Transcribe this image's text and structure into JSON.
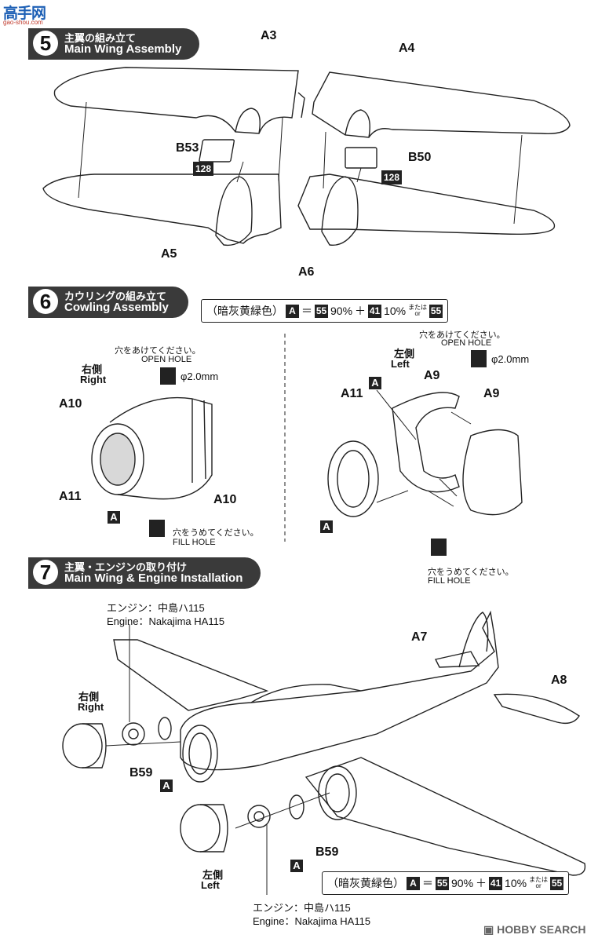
{
  "site_logo": {
    "text": "高手网",
    "sub": "gao-shou.com"
  },
  "steps": [
    {
      "num": "5",
      "jp": "主翼の組み立て",
      "en": "Main Wing Assembly"
    },
    {
      "num": "6",
      "jp": "カウリングの組み立て",
      "en": "Cowling Assembly"
    },
    {
      "num": "7",
      "jp": "主翼・エンジンの取り付け",
      "en": "Main Wing & Engine Installation"
    }
  ],
  "step5": {
    "parts": [
      "A3",
      "A4",
      "B53",
      "B50",
      "A5",
      "A6"
    ],
    "tag": "128"
  },
  "step6": {
    "color_box": {
      "name": "（暗灰黄緑色）",
      "part": "A",
      "eq": "＝",
      "c1": "55",
      "p1": "90%",
      "plus": "＋",
      "c2": "41",
      "p2": "10%",
      "or_jp": "または",
      "or_en": "or",
      "c3": "55"
    },
    "left": {
      "side_jp": "右側",
      "side_en": "Right",
      "open_jp": "穴をあけてください。",
      "open_en": "OPEN HOLE",
      "dia": "φ2.0mm",
      "fill_jp": "穴をうめてください。",
      "fill_en": "FILL HOLE",
      "parts": [
        "A10",
        "A11",
        "A10"
      ],
      "part_a": "A"
    },
    "right": {
      "side_jp": "左側",
      "side_en": "Left",
      "open_jp": "穴をあけてください。",
      "open_en": "OPEN HOLE",
      "dia": "φ2.0mm",
      "fill_jp": "穴をうめてください。",
      "fill_en": "FILL HOLE",
      "parts": [
        "A11",
        "A9",
        "A9"
      ],
      "part_a": "A"
    }
  },
  "step7": {
    "engine_top_jp": "エンジン：中島ハ115",
    "engine_top_en": "Engine：Nakajima HA115",
    "engine_bot_jp": "エンジン：中島ハ115",
    "engine_bot_en": "Engine：Nakajima HA115",
    "right_jp": "右側",
    "right_en": "Right",
    "left_jp": "左側",
    "left_en": "Left",
    "parts": [
      "A7",
      "A8",
      "B59",
      "B59"
    ],
    "part_a": "A"
  },
  "watermark": "HOBBY SEARCH"
}
